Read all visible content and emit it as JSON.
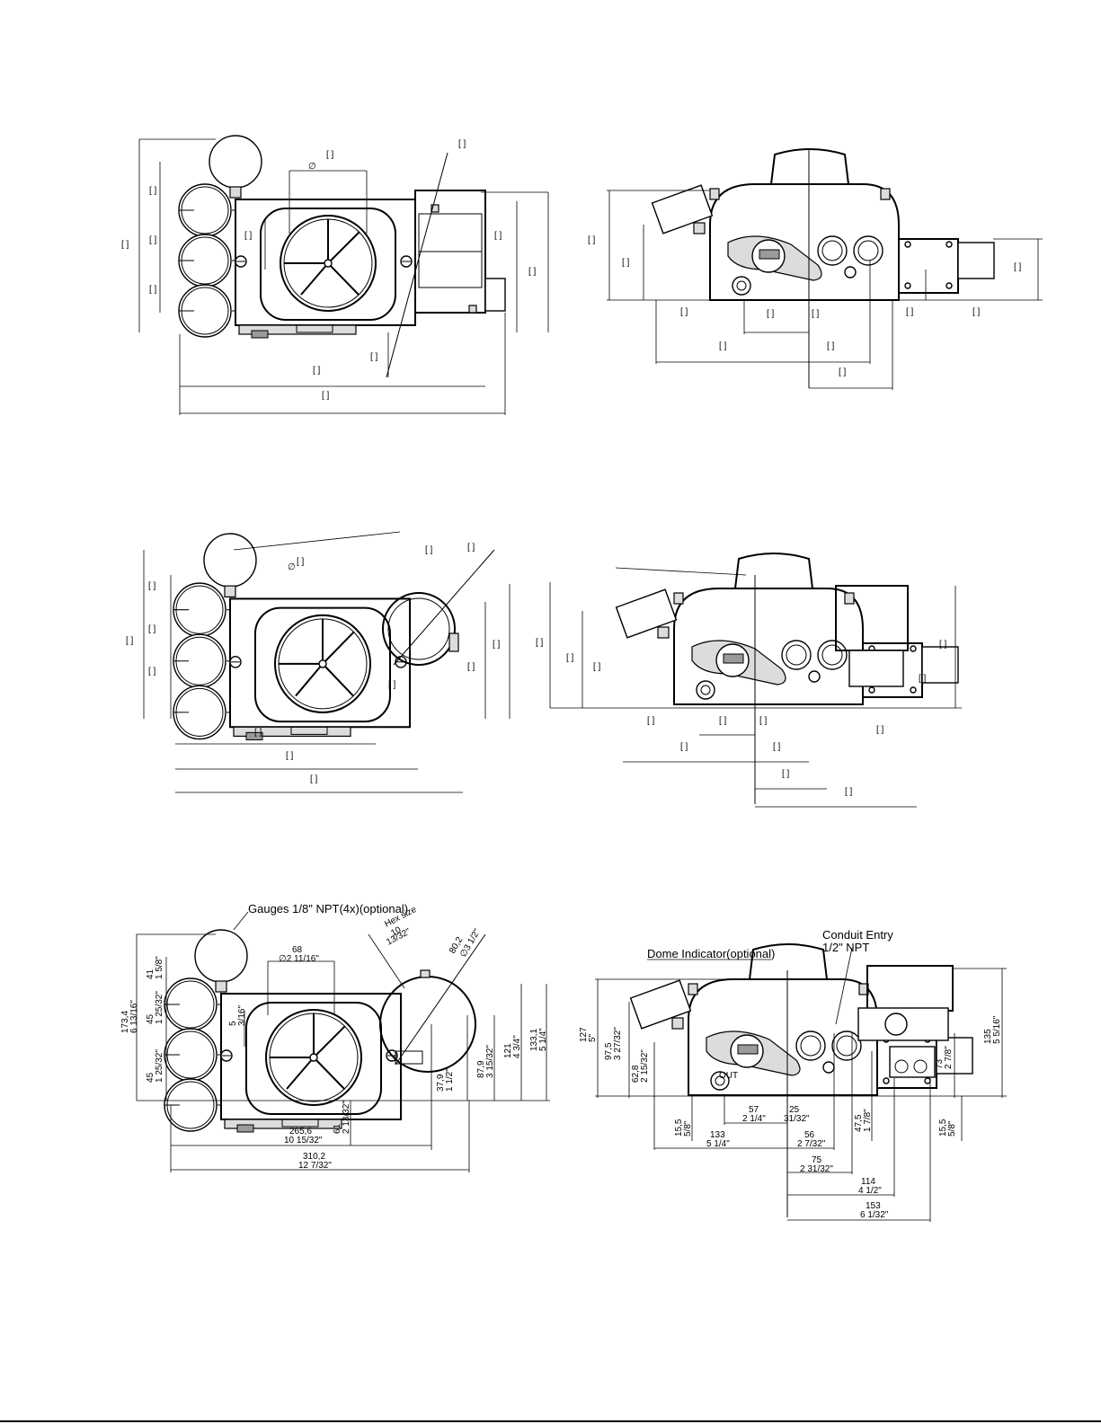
{
  "labels": {
    "gauges": "Gauges 1/8\" NPT(4x)(optional)",
    "hex_size": "Hex size",
    "dome_indicator": "Dome Indicator(optional)",
    "conduit_entry_1": "Conduit Entry",
    "conduit_entry_2": "1/2\" NPT",
    "out_port": "OUT"
  },
  "dims_left": {
    "d68_mm": "68",
    "d68_in": "∅2 11/16\"",
    "hex_mm": "10",
    "hex_in": "13/32\"",
    "d80_mm": "80,2",
    "d80_in": "∅3 1/2\"",
    "h41_mm": "41",
    "h41_in": "1 5/8\"",
    "h45a_mm": "45",
    "h45a_in": "1 25/32\"",
    "h45b_mm": "45",
    "h45b_in": "1 25/32\"",
    "h173_mm": "173,4",
    "h173_in": "6 13/16\"",
    "h5_mm": "5",
    "h5_in": "3/16\"",
    "h37_mm": "37,9",
    "h37_in": "1 1/2\"",
    "h87_mm": "87,9",
    "h87_in": "3 15/32\"",
    "h121_mm": "121",
    "h121_in": "4 3/4\"",
    "h133_mm": "133,1",
    "h133_in": "5 1/4\"",
    "h61_mm": "61",
    "h61_in": "2 13/32\"",
    "w265_mm": "265,6",
    "w265_in": "10 15/32\"",
    "w310_mm": "310,2",
    "w310_in": "12 7/32\""
  },
  "dims_right": {
    "h127_mm": "127",
    "h127_in": "5\"",
    "h97_mm": "97,5",
    "h97_in": "3 27/32\"",
    "h62_mm": "62,8",
    "h62_in": "2 15/32\"",
    "h135_mm": "135",
    "h135_in": "5 5/16\"",
    "h73_mm": "73",
    "h73_in": "2 7/8\"",
    "h155a_mm": "15,5",
    "h155a_in": "5/8\"",
    "h155b_mm": "15,5",
    "h155b_in": "5/8\"",
    "h475_mm": "47,5",
    "h475_in": "1 7/8\"",
    "w57_mm": "57",
    "w57_in": "2 1/4\"",
    "w25_mm": "25",
    "w25_in": "31/32\"",
    "w133_mm": "133",
    "w133_in": "5 1/4\"",
    "w56_mm": "56",
    "w56_in": "2 7/32\"",
    "w75_mm": "75",
    "w75_in": "2 31/32\"",
    "w114_mm": "114",
    "w114_in": "4 1/2\"",
    "w153_mm": "153",
    "w153_in": "6 1/32\""
  }
}
